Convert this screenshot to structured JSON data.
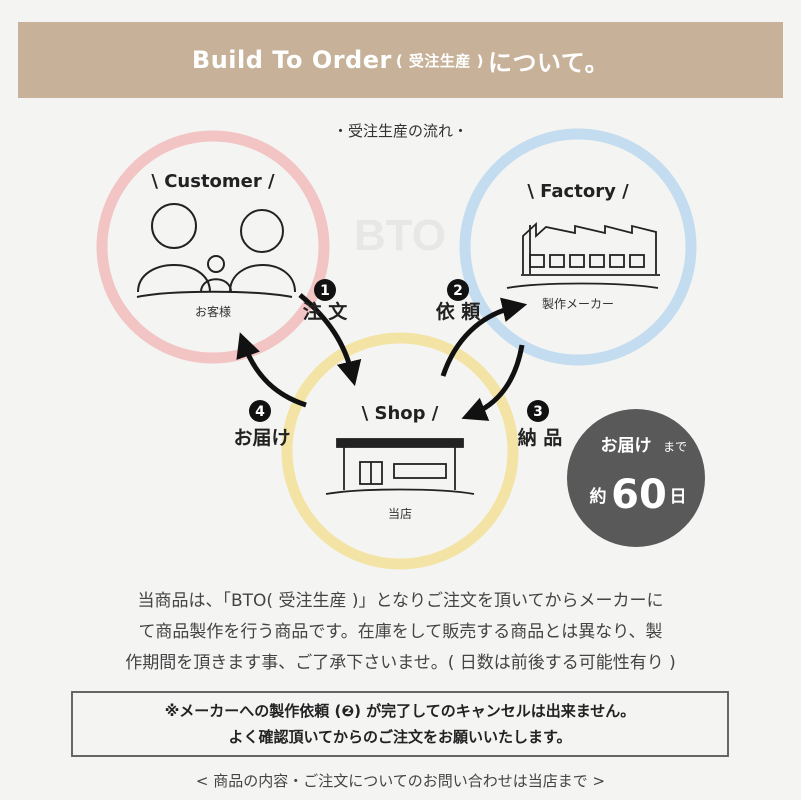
{
  "banner": {
    "title_main": "Build To Order",
    "title_paren": "( 受注生産 )",
    "title_suffix": "について。"
  },
  "flow_title": "・受注生産の流れ・",
  "watermark": "BTO",
  "nodes": {
    "customer": {
      "label": "\\ Customer /",
      "sublabel": "お客様",
      "color": "#f2c4c4"
    },
    "factory": {
      "label": "\\ Factory /",
      "sublabel": "製作メーカー",
      "color": "#c3dcef"
    },
    "shop": {
      "label": "\\ Shop /",
      "sublabel": "当店",
      "color": "#f3e4a6"
    }
  },
  "steps": [
    {
      "number": "1",
      "label": "注 文"
    },
    {
      "number": "2",
      "label": "依 頼"
    },
    {
      "number": "3",
      "label": "納 品"
    },
    {
      "number": "4",
      "label": "お届け"
    }
  ],
  "delivery": {
    "line1_main": "お届け",
    "line1_small": "まで",
    "approx": "約",
    "days": "60",
    "unit": "日",
    "color": "#595959"
  },
  "description": {
    "line1": "当商品は、「BTO( 受注生産 )」となりご注文を頂いてからメーカーに",
    "line2": "て商品製作を行う商品です。在庫をして販売する商品とは異なり、製",
    "line3": "作期間を頂きます事、ご了承下さいませ。( 日数は前後する可能性有り )"
  },
  "notice": {
    "line1": "※メーカーへの製作依頼 (❷) が完了してのキャンセルは出来ません。",
    "line2": "よく確認頂いてからのご注文をお願いいたします。"
  },
  "footer": "< 商品の内容・ご注文についてのお問い合わせは当店まで >"
}
